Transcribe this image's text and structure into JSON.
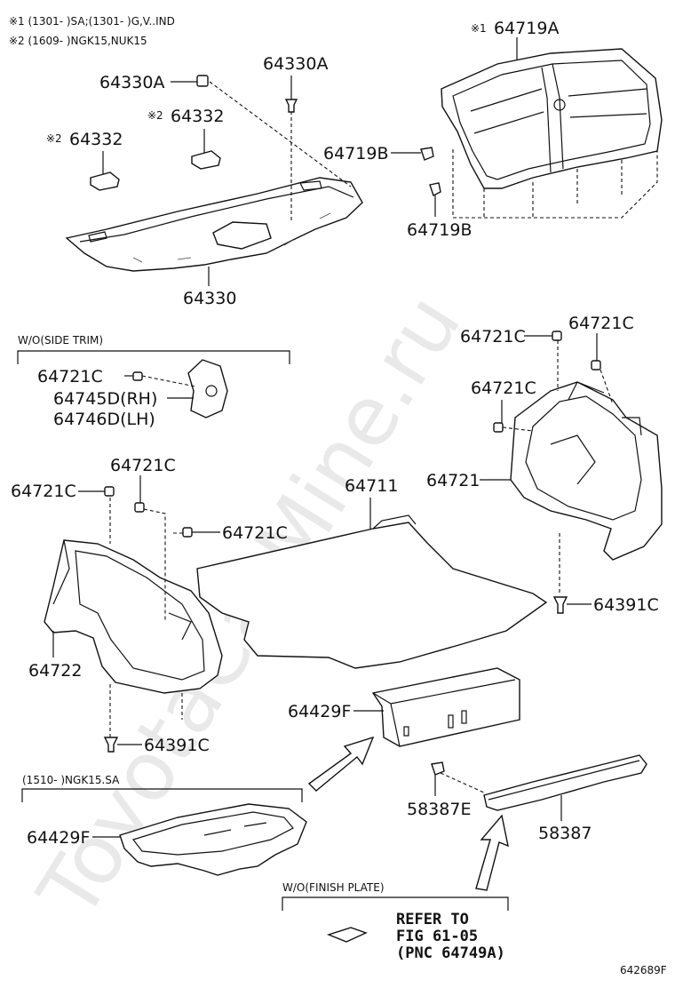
{
  "notes": {
    "note1": "※1 (1301-        )SA;(1301-        )G,V..IND",
    "note2": "※2 (1609-        )NGK15,NUK15"
  },
  "labels": {
    "p64330A_left": "64330A",
    "p64330A_right": "64330A",
    "p64332_right": "64332",
    "p64332_left": "64332",
    "mark2": "※2",
    "mark1": "※1",
    "p64330": "64330",
    "p64719A": "64719A",
    "p64719B_top": "64719B",
    "p64719B_bottom": "64719B",
    "p64721C_a": "64721C",
    "p64721C_b": "64721C",
    "p64721C_c": "64721C",
    "p64721C_d": "64721C",
    "p64721C_e": "64721C",
    "p64721C_f": "64721C",
    "p64721C_g": "64721C",
    "p64745D": "64745D(RH)",
    "p64746D": "64746D(LH)",
    "p64711": "64711",
    "p64721": "64721",
    "p64722": "64722",
    "p64391C_right": "64391C",
    "p64391C_left": "64391C",
    "p64429F_top": "64429F",
    "p64429F_bottom": "64429F",
    "p58387E": "58387E",
    "p58387": "58387"
  },
  "groups": {
    "side_trim": "W/O(SIDE TRIM)",
    "ngk": "(1510-        )NGK15.SA",
    "finish_plate": "W/O(FINISH PLATE)"
  },
  "refer": {
    "line1": "REFER TO",
    "line2": "FIG 61-05",
    "line3": "(PNC 64749A)"
  },
  "figure_id": "642689F",
  "watermark": "ToyotaCarMine.ru"
}
